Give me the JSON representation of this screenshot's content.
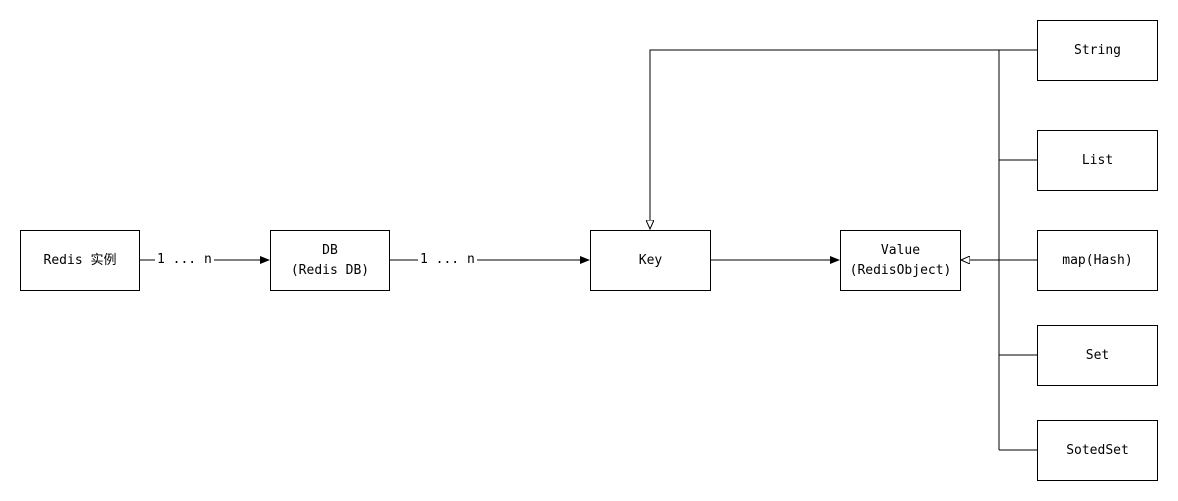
{
  "nodes": {
    "redis": "Redis 实例",
    "db": "DB\n(Redis DB)",
    "key": "Key",
    "value": "Value\n(RedisObject)",
    "string": "String",
    "list": "List",
    "hash": "map(Hash)",
    "set": "Set",
    "sortedset": "SotedSet"
  },
  "edge_labels": {
    "redis_to_db": "1 ... n",
    "db_to_key": "1 ... n"
  },
  "colors": {
    "stroke": "#000000",
    "fill": "#ffffff"
  }
}
